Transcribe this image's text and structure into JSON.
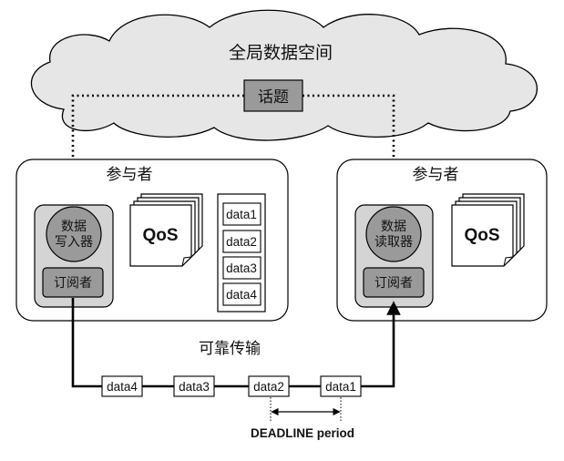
{
  "global_data_space": {
    "title": "全局数据空间",
    "topic": "话题"
  },
  "left_participant": {
    "title": "参与者",
    "writer": {
      "line1": "数据",
      "line2": "写入器"
    },
    "publisher": "订阅者",
    "qos": "QoS",
    "data_queue": [
      "data1",
      "data2",
      "data3",
      "data4"
    ]
  },
  "right_participant": {
    "title": "参与者",
    "reader": {
      "line1": "数据",
      "line2": "读取器"
    },
    "subscriber": "订阅者",
    "qos": "QoS"
  },
  "reliable_transport": {
    "label": "可靠传输",
    "packets": [
      "data4",
      "data3",
      "data2",
      "data1"
    ]
  },
  "deadline_label": "DEADLINE period"
}
